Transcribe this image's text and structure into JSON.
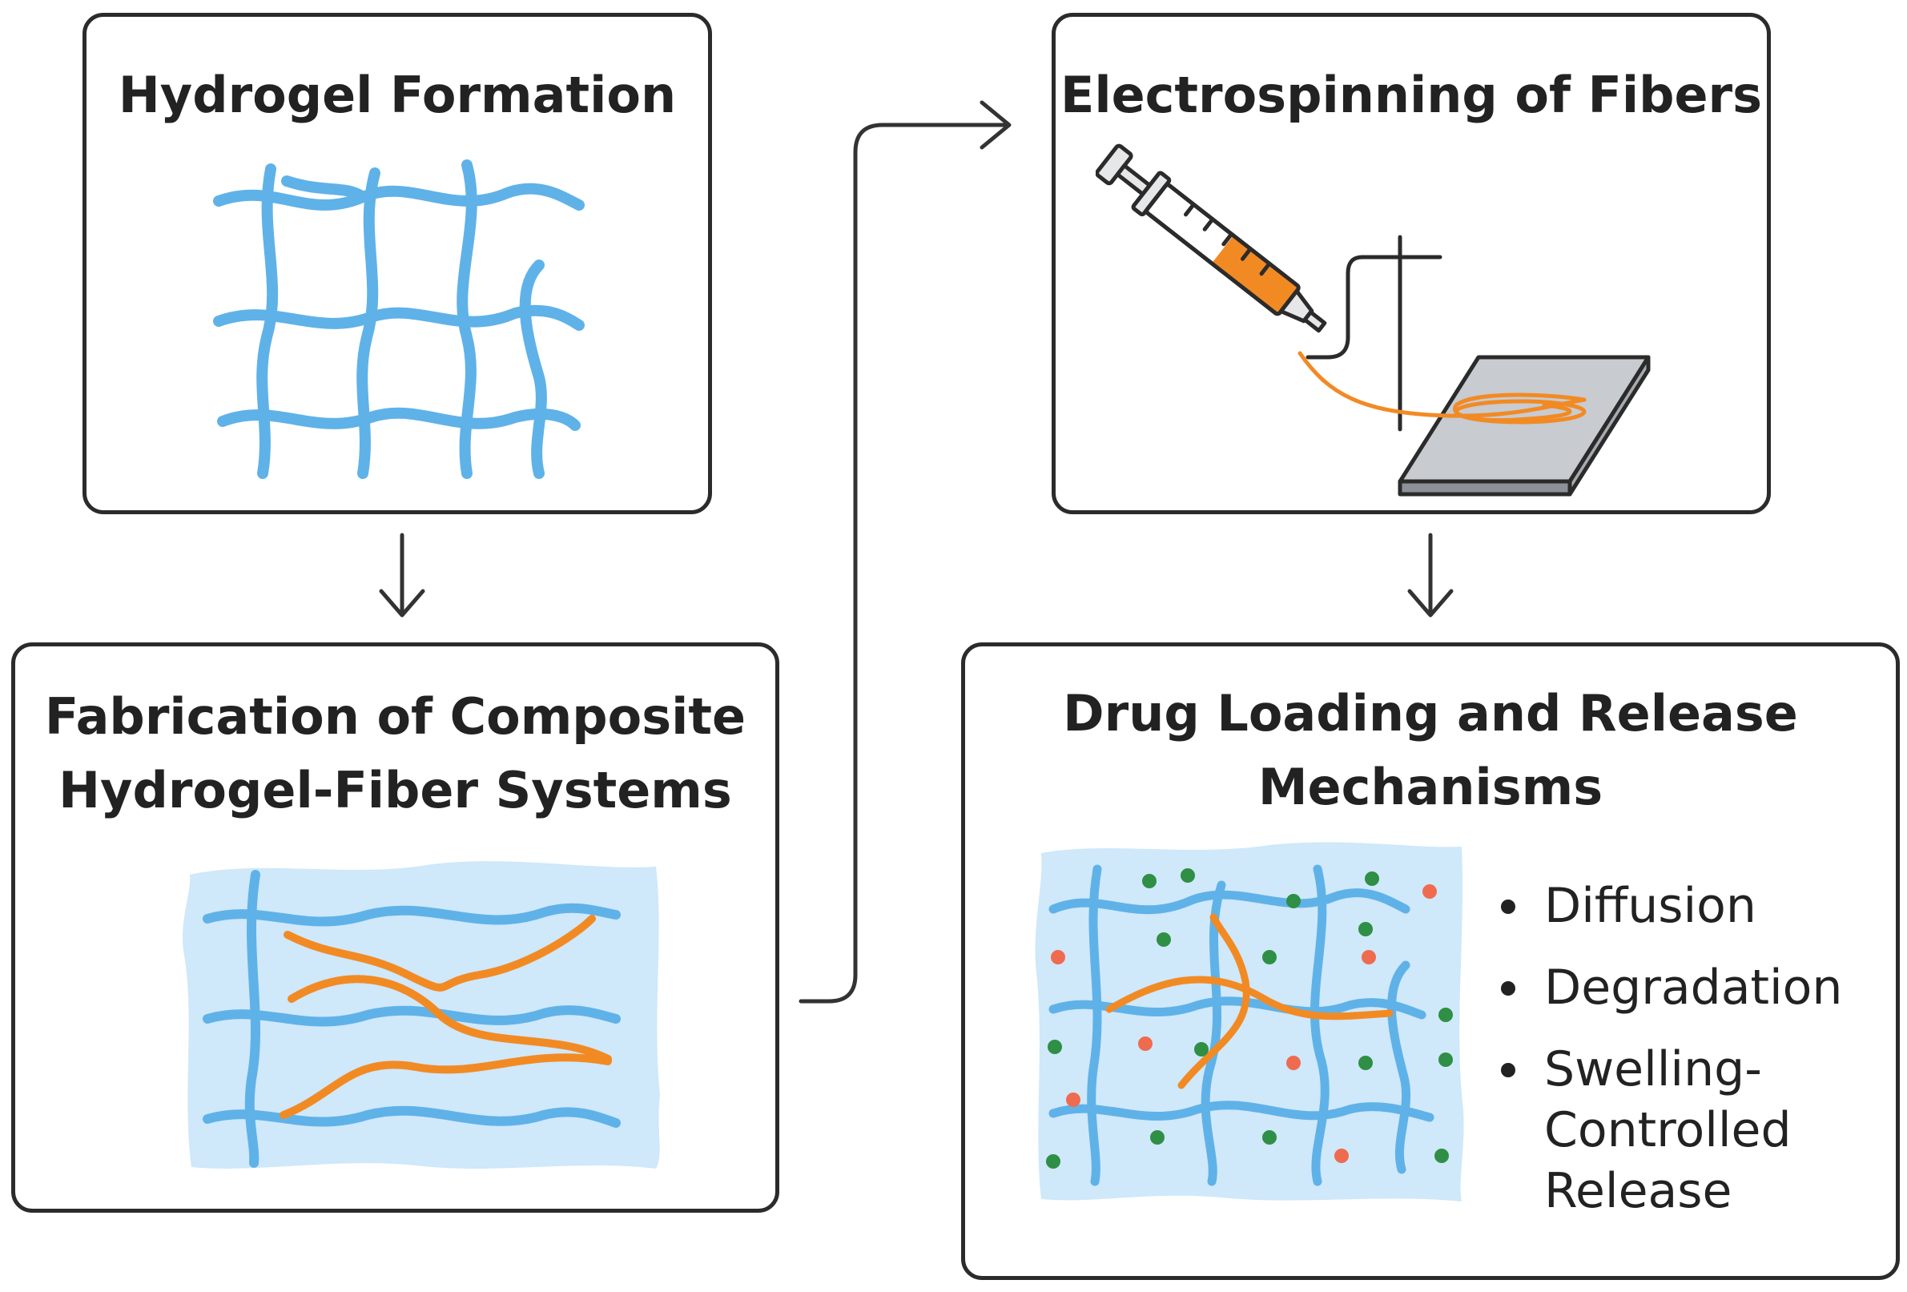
{
  "colors": {
    "hydrogel_fiber": "#5fb2e8",
    "composite_fiber": "#f28a24",
    "gel_background": "#cfe8fa",
    "drug_green": "#2f8f45",
    "drug_red": "#ef6b4f",
    "outline": "#2b2b2b"
  },
  "panels": {
    "hydrogel_formation": {
      "title": "Hydrogel Formation",
      "illustration": "hydrogel-network-icon"
    },
    "electrospinning": {
      "title": "Electrospinning of Fibers",
      "illustration": "syringe-collector-icon"
    },
    "composite": {
      "title_line1": "Fabrication of Composite",
      "title_line2": "Hydrogel-Fiber Systems",
      "illustration": "composite-mesh-icon"
    },
    "drug_release": {
      "title_line1": "Drug Loading and Release",
      "title_line2": "Mechanisms",
      "illustration": "drug-loaded-mesh-icon",
      "mechanisms": [
        "Diffusion",
        "Degradation",
        "Swelling-\nControlled\nRelease"
      ]
    }
  }
}
